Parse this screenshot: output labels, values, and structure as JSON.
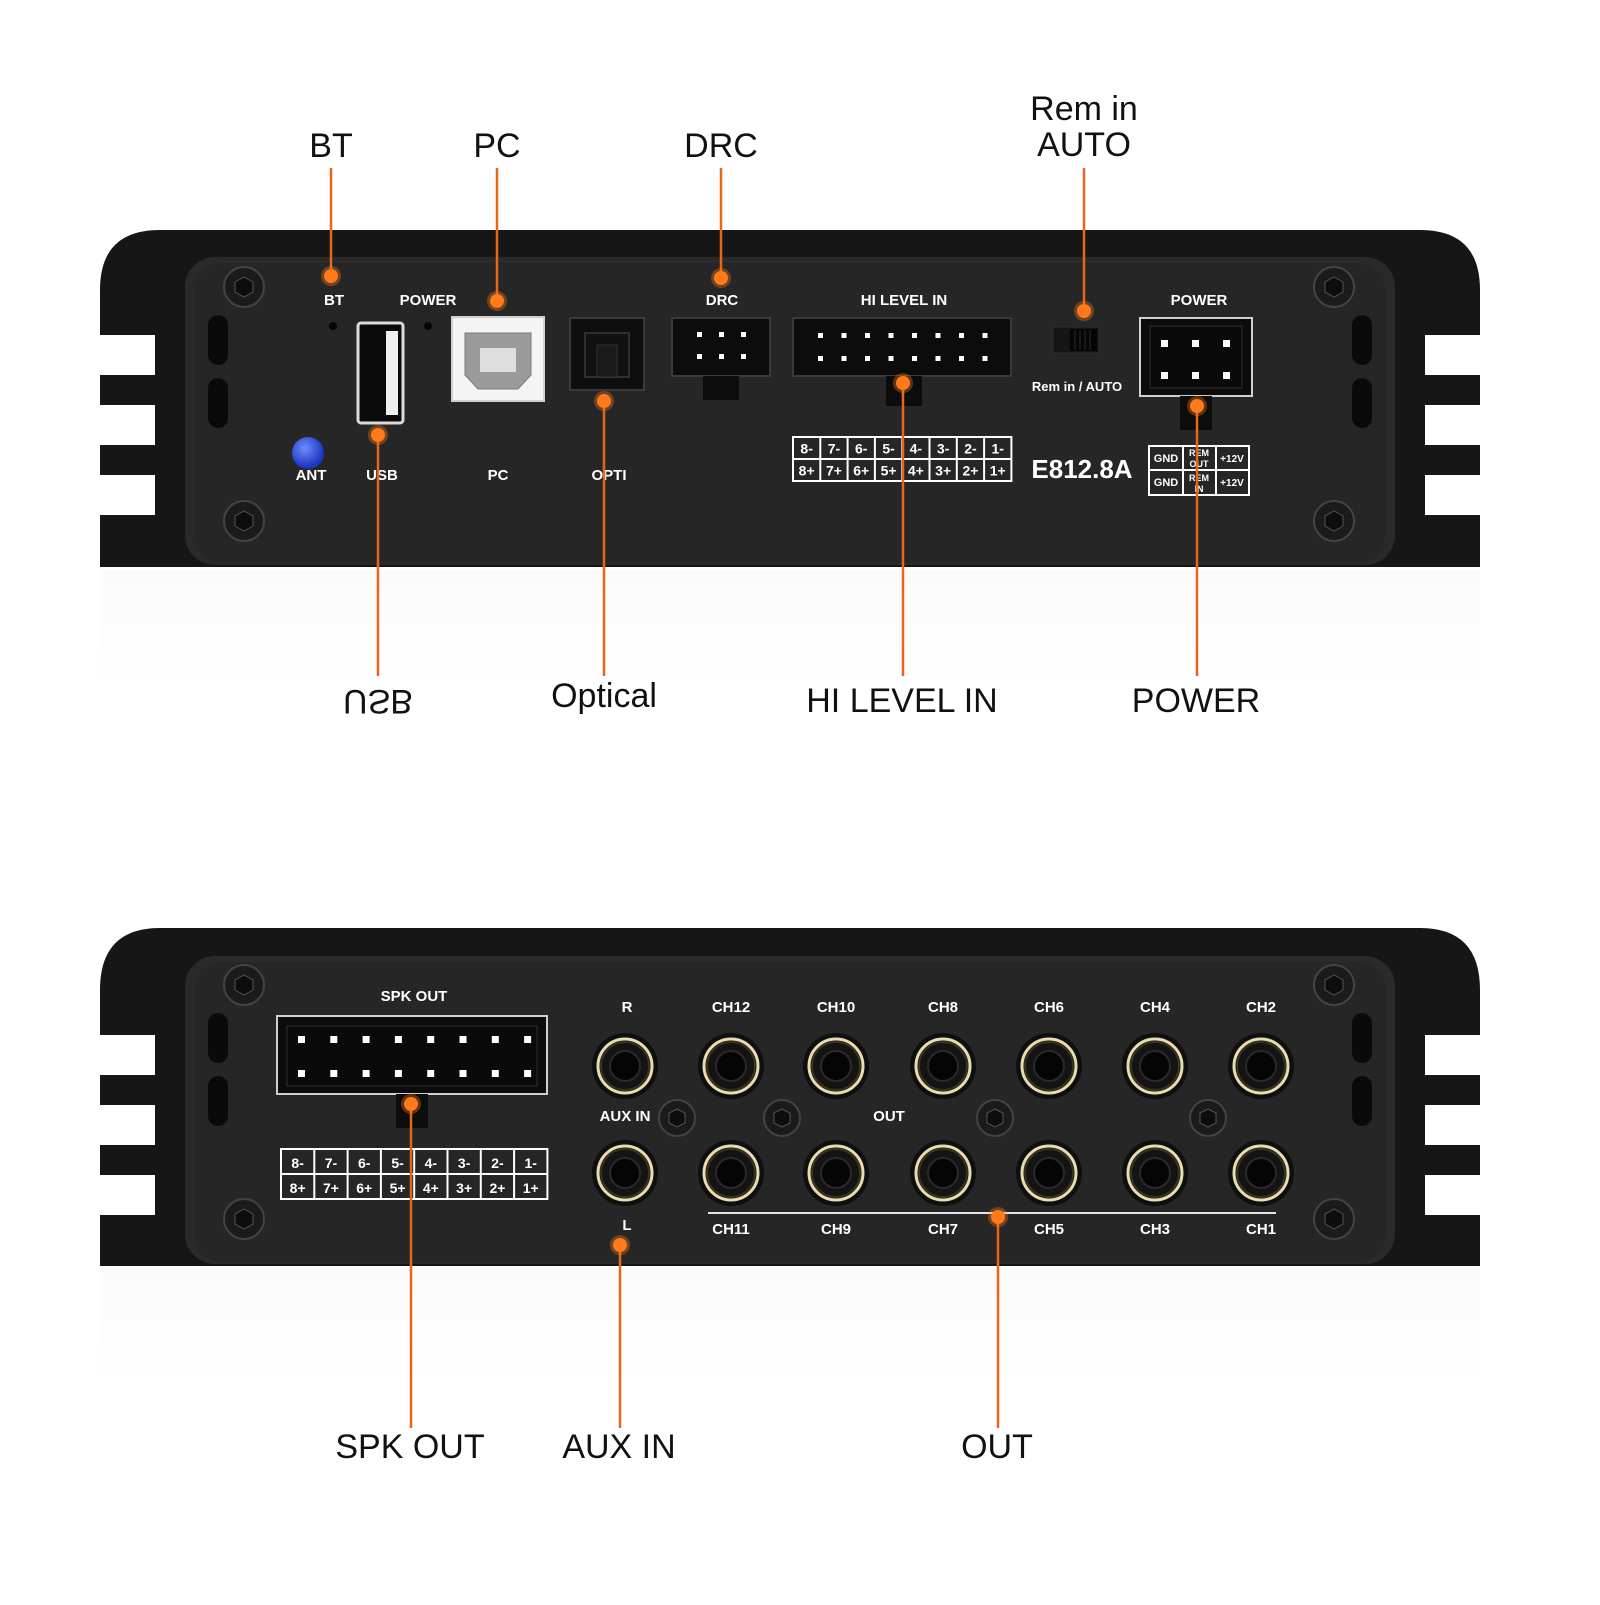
{
  "callouts_top": {
    "bt": "BT",
    "pc": "PC",
    "drc": "DRC",
    "rem_line1": "Rem in",
    "rem_line2": "AUTO",
    "usb": "USB",
    "optical": "Optical",
    "hi_level_in": "HI LEVEL IN",
    "power": "POWER"
  },
  "callouts_bottom": {
    "spk_out": "SPK OUT",
    "aux_in": "AUX IN",
    "out": "OUT"
  },
  "front_panel": {
    "bt": "BT",
    "power_led": "POWER",
    "drc": "DRC",
    "hi_level_in": "HI LEVEL IN",
    "power": "POWER",
    "ant": "ANT",
    "usb": "USB",
    "pc": "PC",
    "opti": "OPTI",
    "rem_auto": "Rem in / AUTO",
    "model": "E812.8A",
    "neg_terms": [
      "8-",
      "7-",
      "6-",
      "5-",
      "4-",
      "3-",
      "2-",
      "1-"
    ],
    "pos_terms": [
      "8+",
      "7+",
      "6+",
      "5+",
      "4+",
      "3+",
      "2+",
      "1+"
    ],
    "pwr_gnd": "GND",
    "pwr_rem_out_1": "REM",
    "pwr_rem_out_2": "OUT",
    "pwr_rem_in_1": "REM",
    "pwr_rem_in_2": "IN",
    "pwr_12v": "+12V"
  },
  "rear_panel": {
    "spk_out": "SPK OUT",
    "neg_terms": [
      "8-",
      "7-",
      "6-",
      "5-",
      "4-",
      "3-",
      "2-",
      "1-"
    ],
    "pos_terms": [
      "8+",
      "7+",
      "6+",
      "5+",
      "4+",
      "3+",
      "2+",
      "1+"
    ],
    "r": "R",
    "l": "L",
    "aux_in": "AUX IN",
    "out": "OUT",
    "top_channels": [
      "CH12",
      "CH10",
      "CH8",
      "CH6",
      "CH4",
      "CH2"
    ],
    "bottom_channels": [
      "CH11",
      "CH9",
      "CH7",
      "CH5",
      "CH3",
      "CH1"
    ]
  },
  "colors": {
    "accent": "#ff7a1a",
    "callout_line": "#e8661b",
    "chassis": "#1a1a1a",
    "panel": "#262626",
    "label_text": "#111111",
    "antenna_knob": "#1d3fd6"
  }
}
